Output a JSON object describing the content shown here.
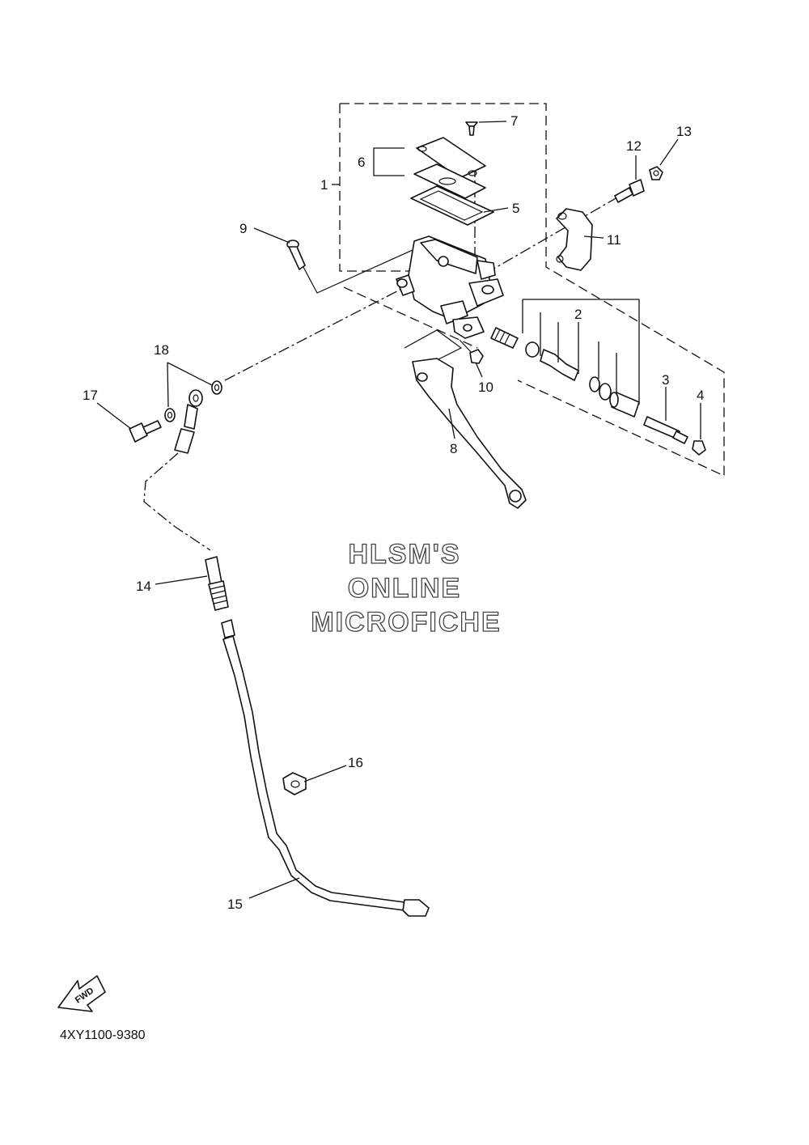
{
  "diagram": {
    "callouts": [
      "1",
      "2",
      "3",
      "4",
      "5",
      "6",
      "7",
      "8",
      "9",
      "10",
      "11",
      "12",
      "13",
      "14",
      "15",
      "16",
      "17",
      "18"
    ],
    "watermark": [
      "HLSM'S",
      "ONLINE",
      "MICROFICHE"
    ],
    "fwd_label": "FWD",
    "part_code": "4XY1100-9380"
  }
}
